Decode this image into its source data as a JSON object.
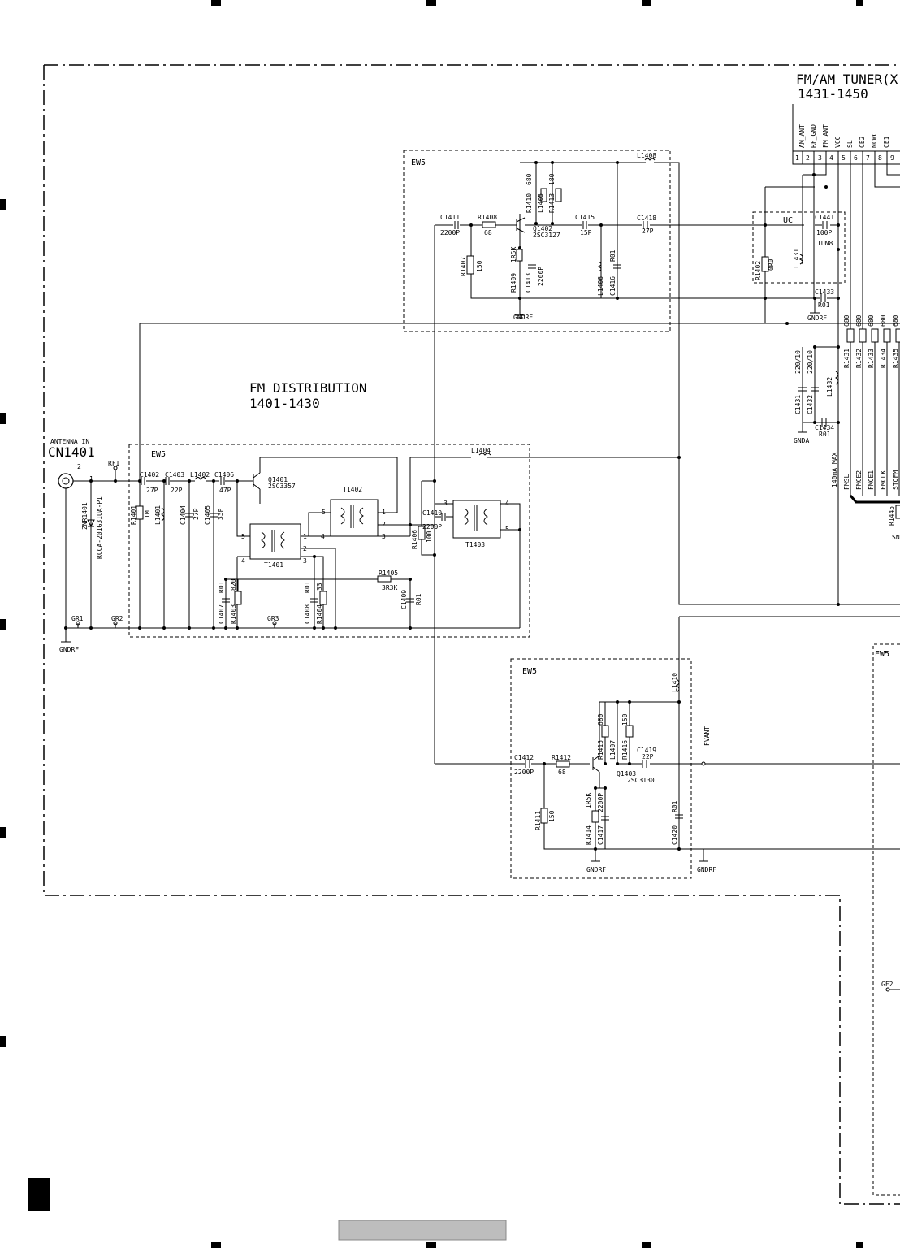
{
  "title": {
    "tuner_block": "FM/AM TUNER(X",
    "tuner_range": "1431-1450",
    "distribution_block": "FM DISTRIBUTION",
    "distribution_range": "1401-1430",
    "antenna_label": "ANTENNA IN",
    "antenna_ref": "CN1401"
  },
  "zones": {
    "ew5": "EW5",
    "uc": "UC"
  },
  "tuner_pins": [
    {
      "num": "1",
      "name": "AM_ANT"
    },
    {
      "num": "2",
      "name": "RF_GND"
    },
    {
      "num": "3",
      "name": "FM_ANT"
    },
    {
      "num": "4",
      "name": "VCC"
    },
    {
      "num": "5",
      "name": "SL"
    },
    {
      "num": "6",
      "name": "CE2"
    },
    {
      "num": "7",
      "name": "NCWC"
    },
    {
      "num": "8",
      "name": "CE1"
    },
    {
      "num": "9",
      "name": ""
    }
  ],
  "net_labels": {
    "rfi": "RFI",
    "gndrf": "GNDRF",
    "gnda": "GNDA",
    "tun8": "TUN8",
    "fvant": "FVANT",
    "gr1": "GR1",
    "gr2": "GR2",
    "gr3": "GR3",
    "gf2": "GF2",
    "max_current": "140mA MAX",
    "fmsl": "FMSL",
    "fmce2": "FMCE2",
    "fmce1": "FMCE1",
    "fmclk": "FMCLK",
    "stofm": "STOFM",
    "sn": "SN"
  },
  "components": {
    "c1402": "C1402",
    "c1402_v": "27P",
    "c1403": "C1403",
    "c1403_v": "22P",
    "l1402": "L1402",
    "c1406": "C1406",
    "c1406_v": "47P",
    "q1401": "Q1401",
    "q1401_v": "2SC3357",
    "r1401": "R1401",
    "r1401_v": "1M",
    "l1401": "L1401",
    "c1404": "C1404",
    "c1404_v": "27P",
    "c1405": "C1405",
    "c1405_v": "33P",
    "znr1401": "ZNR1401",
    "rcca": "RCCA-201G31UA-PI",
    "t1401": "T1401",
    "t1402": "T1402",
    "t1403": "T1403",
    "c1410": "C1410",
    "c1410_v": "2200P",
    "r1406": "R1406",
    "r1406_v": "100",
    "r1405": "R1405",
    "r1405_v": "3R3K",
    "c1409": "C1409",
    "c1409_v": "R01",
    "c1407": "C1407",
    "c1407_v": "R01",
    "r1403": "R1403",
    "r1403_v": "820",
    "c1408": "C1408",
    "c1408_v": "R01",
    "r1404": "R1404",
    "r1404_v": "33",
    "l1404": "L1404",
    "c1411": "C1411",
    "c1411_v": "2200P",
    "r1408": "R1408",
    "r1408_v": "68",
    "r1407": "R1407",
    "r1407_v": "150",
    "r1410": "R1410",
    "r1410_v": "680",
    "l1405": "L1405",
    "r1413": "R1413",
    "r1413_v": "180",
    "q1402": "Q1402",
    "q1402_v": "2SC3127",
    "r1409": "R1409",
    "r1409_v": "1R5K",
    "c1413": "C1413",
    "c1413_v": "2200P",
    "c1415": "C1415",
    "c1415_v": "15P",
    "c1418": "C1418",
    "c1418_v": "27P",
    "l1406": "L1406",
    "c1416": "C1416",
    "c1416_v": "R01",
    "l1408": "L1408",
    "c1441": "C1441",
    "c1441_v": "100P",
    "r1402": "R1402",
    "r1402_v": "0R0",
    "l1431": "L1431",
    "c1433": "C1433",
    "c1433_v": "R01",
    "r1431": "R1431",
    "r1431_v": "680",
    "r1432": "R1432",
    "r1432_v": "680",
    "r1433": "R1433",
    "r1433_v": "680",
    "r1434": "R1434",
    "r1434_v": "680",
    "r1435": "R1435",
    "r1435_v": "680",
    "c1431": "C1431",
    "c1431_v": "220/10",
    "c1432": "C1432",
    "c1432_v": "220/10",
    "l1432": "L1432",
    "c1434": "C1434",
    "c1434_v": "R01",
    "r1445": "R1445",
    "c1412": "C1412",
    "c1412_v": "2200P",
    "r1412": "R1412",
    "r1412_v": "68",
    "r1411": "R1411",
    "r1411_v": "150",
    "r1415": "R1415",
    "r1415_v": "680",
    "l1407": "L1407",
    "r1416": "R1416",
    "r1416_v": "150",
    "c1419": "C1419",
    "c1419_v": "22P",
    "q1403": "Q1403",
    "q1403_v": "2SC3130",
    "r1414": "R1414",
    "r1414_v": "1R5K",
    "c1417": "C1417",
    "c1417_v": "2200P",
    "l1410": "L1410",
    "c1420": "C1420",
    "c1420_v": "R01"
  }
}
